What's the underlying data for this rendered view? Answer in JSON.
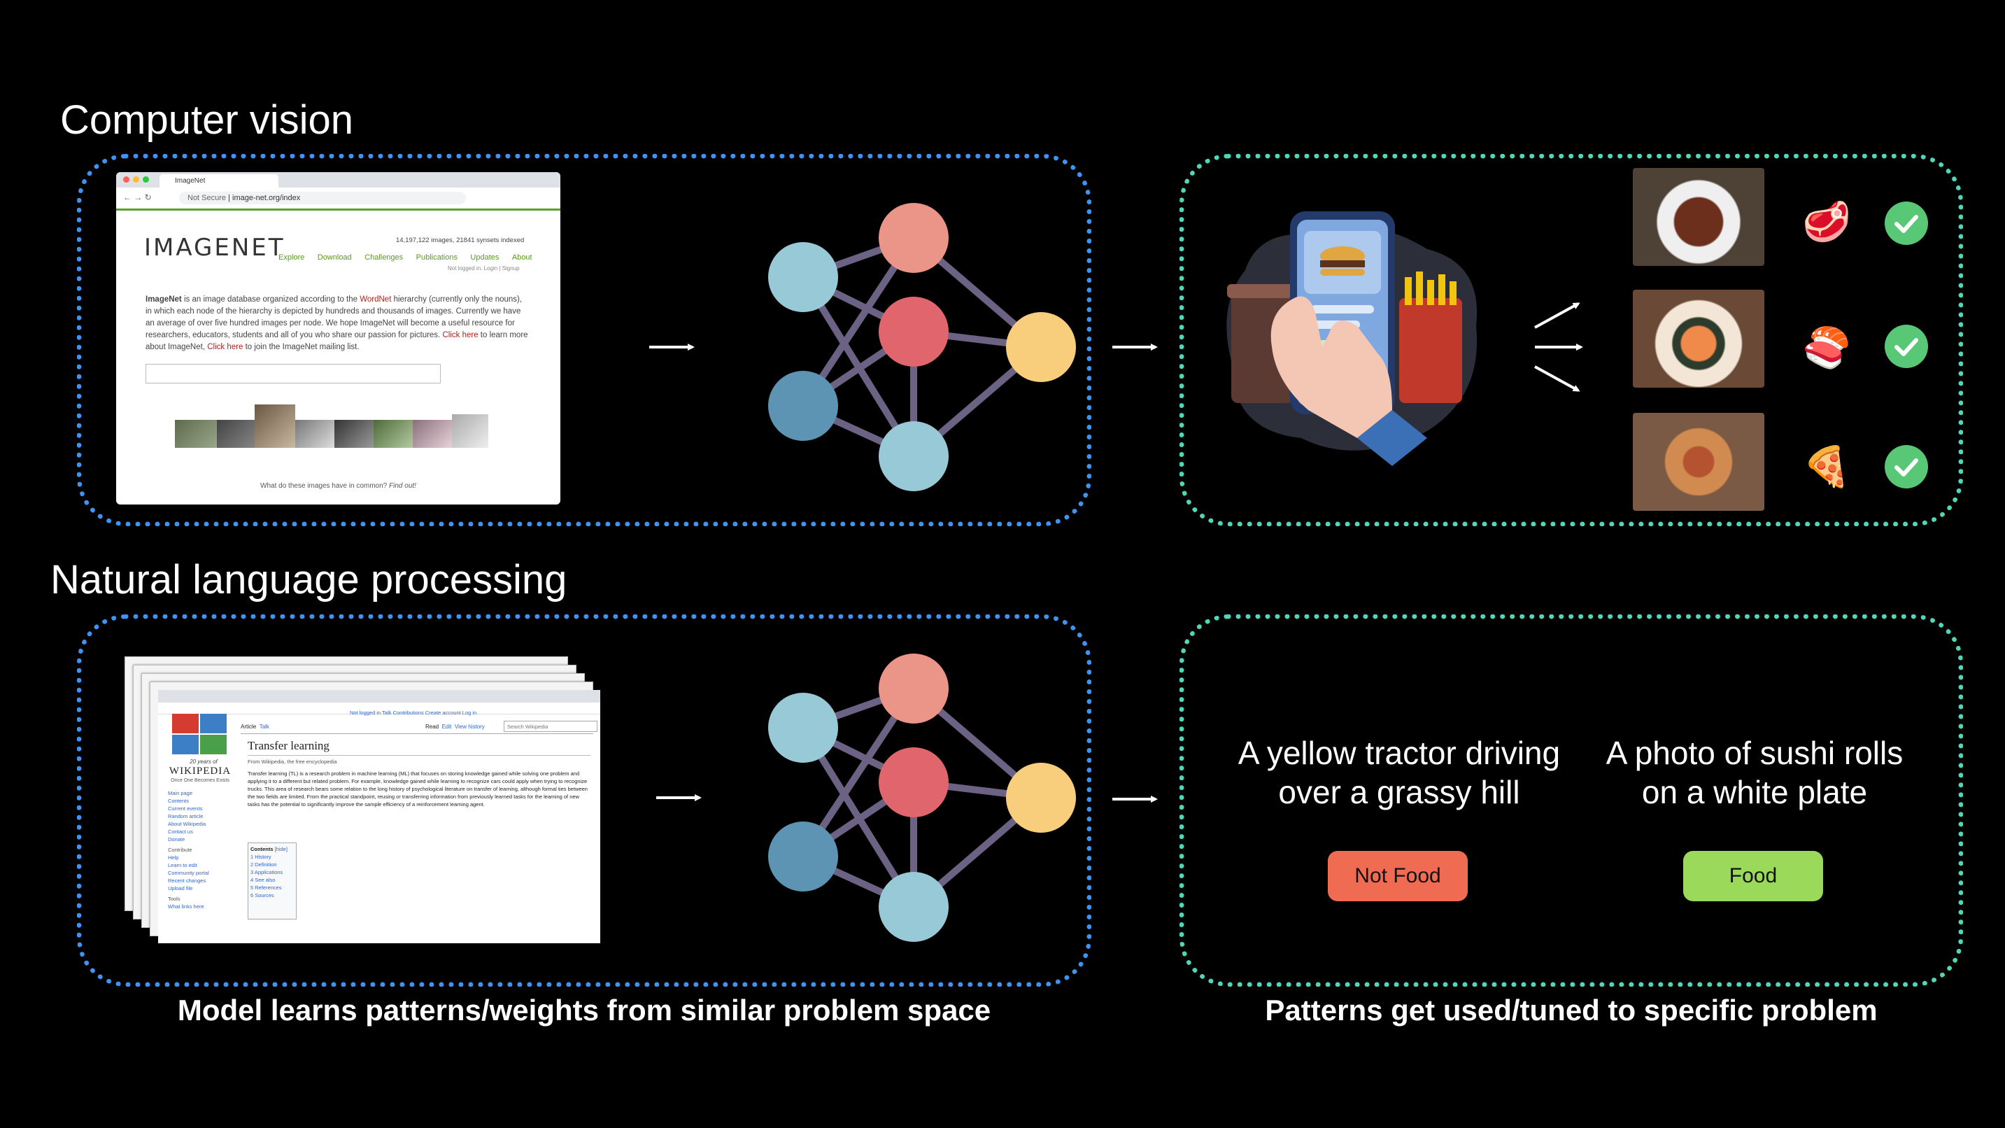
{
  "sections": {
    "cv_title": "Computer vision",
    "nlp_title": "Natural language processing"
  },
  "captions": {
    "left": "Model learns patterns/weights from similar problem space",
    "right": "Patterns get used/tuned to specific problem"
  },
  "imagenet_browser": {
    "tab_title": "ImageNet",
    "url_prefix": "Not Secure",
    "url": "image-net.org/index",
    "logo": "IMAGENET",
    "stats": "14,197,122 images, 21841 synsets indexed",
    "nav": [
      "Explore",
      "Download",
      "Challenges",
      "Publications",
      "Updates",
      "About"
    ],
    "login": "Not logged in. Login | Signup",
    "paragraph_lead": "ImageNet",
    "paragraph_a": " is an image database organized according to the ",
    "wordnet": "WordNet",
    "paragraph_b": " hierarchy (currently only the nouns), in which each node of the hierarchy is depicted by hundreds and thousands of images. Currently we have an average of over five hundred images per node. We hope ImageNet will become a useful resource for researchers, educators, students and all of you who share our passion for pictures.",
    "click_here_1": "Click here",
    "paragraph_c": " to learn more about ImageNet, ",
    "click_here_2": "Click here",
    "paragraph_d": " to join the ImageNet mailing list.",
    "footer_q": "What do these images have in common?",
    "footer_link": "Find out!"
  },
  "wikipedia_browser": {
    "logo_line1": "20 years of",
    "logo_name": "WIKIPEDIA",
    "logo_tag": "Once One Becomes Exists",
    "user_links": "Not logged in  Talk  Contributions  Create account  Log in",
    "tabs_left": [
      "Article",
      "Talk"
    ],
    "tabs_right": [
      "Read",
      "Edit",
      "View history"
    ],
    "search_placeholder": "Search Wikipedia",
    "article_title": "Transfer learning",
    "from_line": "From Wikipedia, the free encyclopedia",
    "body": "Transfer learning (TL) is a research problem in machine learning (ML) that focuses on storing knowledge gained while solving one problem and applying it to a different but related problem. For example, knowledge gained while learning to recognize cars could apply when trying to recognize trucks. This area of research bears some relation to the long history of psychological literature on transfer of learning, although formal ties between the two fields are limited. From the practical standpoint, reusing or transferring information from previously learned tasks for the learning of new tasks has the potential to significantly improve the sample efficiency of a reinforcement learning agent.",
    "sidebar": [
      "Main page",
      "Contents",
      "Current events",
      "Random article",
      "About Wikipedia",
      "Contact us",
      "Donate",
      "Contribute",
      "Help",
      "Learn to edit",
      "Community portal",
      "Recent changes",
      "Upload file",
      "Tools",
      "What links here"
    ],
    "contents_title": "Contents",
    "contents_hide": "[hide]",
    "contents": [
      "1  History",
      "2  Definition",
      "3  Applications",
      "4  See also",
      "5  References",
      "6  Sources"
    ]
  },
  "nlp_examples": [
    {
      "text_line1": "A yellow tractor driving",
      "text_line2": "over a grassy hill",
      "label": "Not Food",
      "label_color": "#ef6b52"
    },
    {
      "text_line1": "A photo of sushi rolls",
      "text_line2": "on a white plate",
      "label": "Food",
      "label_color": "#9ad95a"
    }
  ],
  "food_results": [
    {
      "photo": "steak-photo",
      "emoji": "🥩",
      "status": "check-icon"
    },
    {
      "photo": "sushi-photo",
      "emoji": "🍣",
      "status": "check-icon"
    },
    {
      "photo": "pizza-photo",
      "emoji": "🍕",
      "status": "check-icon"
    }
  ],
  "colors": {
    "panel_left": "#3f93f2",
    "panel_right": "#4fd7b8",
    "node_pink": "#eb9488",
    "node_red": "#e0656c",
    "node_lightblue": "#98c9d6",
    "node_darkblue": "#5e94b3",
    "node_yellow": "#f8cd7c",
    "edge": "#6b6284",
    "check": "#58c776"
  }
}
